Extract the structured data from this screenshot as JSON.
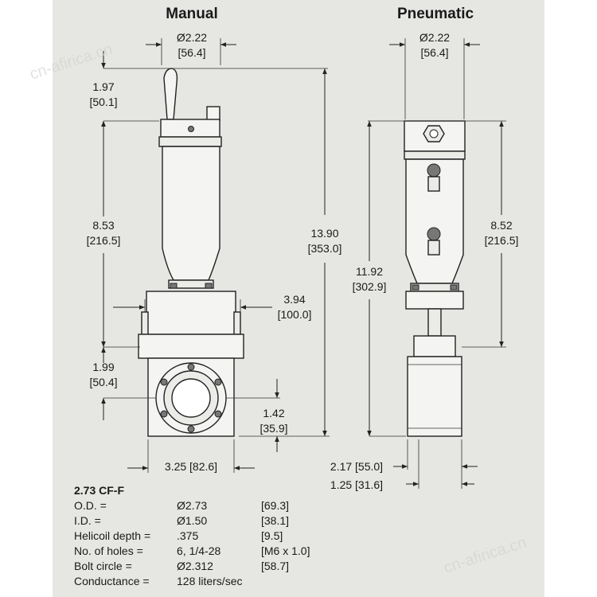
{
  "titles": {
    "manual": "Manual",
    "pneumatic": "Pneumatic"
  },
  "manual_dims": {
    "top_diameter": "Ø2.22",
    "top_diameter_mm": "[56.4]",
    "handle_height": "1.97",
    "handle_height_mm": "[50.1]",
    "actuator_length": "8.53",
    "actuator_length_mm": "[216.5]",
    "total_height": "13.90",
    "total_height_mm": "[353.0]",
    "body_depth": "3.94",
    "body_depth_mm": "[100.0]",
    "flange_center": "1.99",
    "flange_center_mm": "[50.4]",
    "flange_offset": "1.42",
    "flange_offset_mm": "[35.9]",
    "body_width": "3.25 [82.6]"
  },
  "pneumatic_dims": {
    "top_diameter": "Ø2.22",
    "top_diameter_mm": "[56.4]",
    "cylinder_height": "11.92",
    "cylinder_height_mm": "[302.9]",
    "actuator_length": "8.52",
    "actuator_length_mm": "[216.5]",
    "body_width": "2.17 [55.0]",
    "body_width2": "1.25 [31.6]"
  },
  "spec": {
    "heading": "2.73 CF-F",
    "rows": [
      {
        "label": "O.D. =",
        "value": "Ø2.73",
        "metric": "[69.3]"
      },
      {
        "label": "I.D. =",
        "value": "Ø1.50",
        "metric": "[38.1]"
      },
      {
        "label": "Helicoil depth =",
        "value": ".375",
        "metric": "[9.5]"
      },
      {
        "label": "No. of holes =",
        "value": "6, 1/4-28",
        "metric": "[M6 x 1.0]"
      },
      {
        "label": "Bolt circle =",
        "value": "Ø2.312",
        "metric": "[58.7]"
      },
      {
        "label": "Conductance =",
        "value": "128 liters/sec",
        "metric": ""
      }
    ]
  },
  "watermark": "cn-afirica.cn"
}
